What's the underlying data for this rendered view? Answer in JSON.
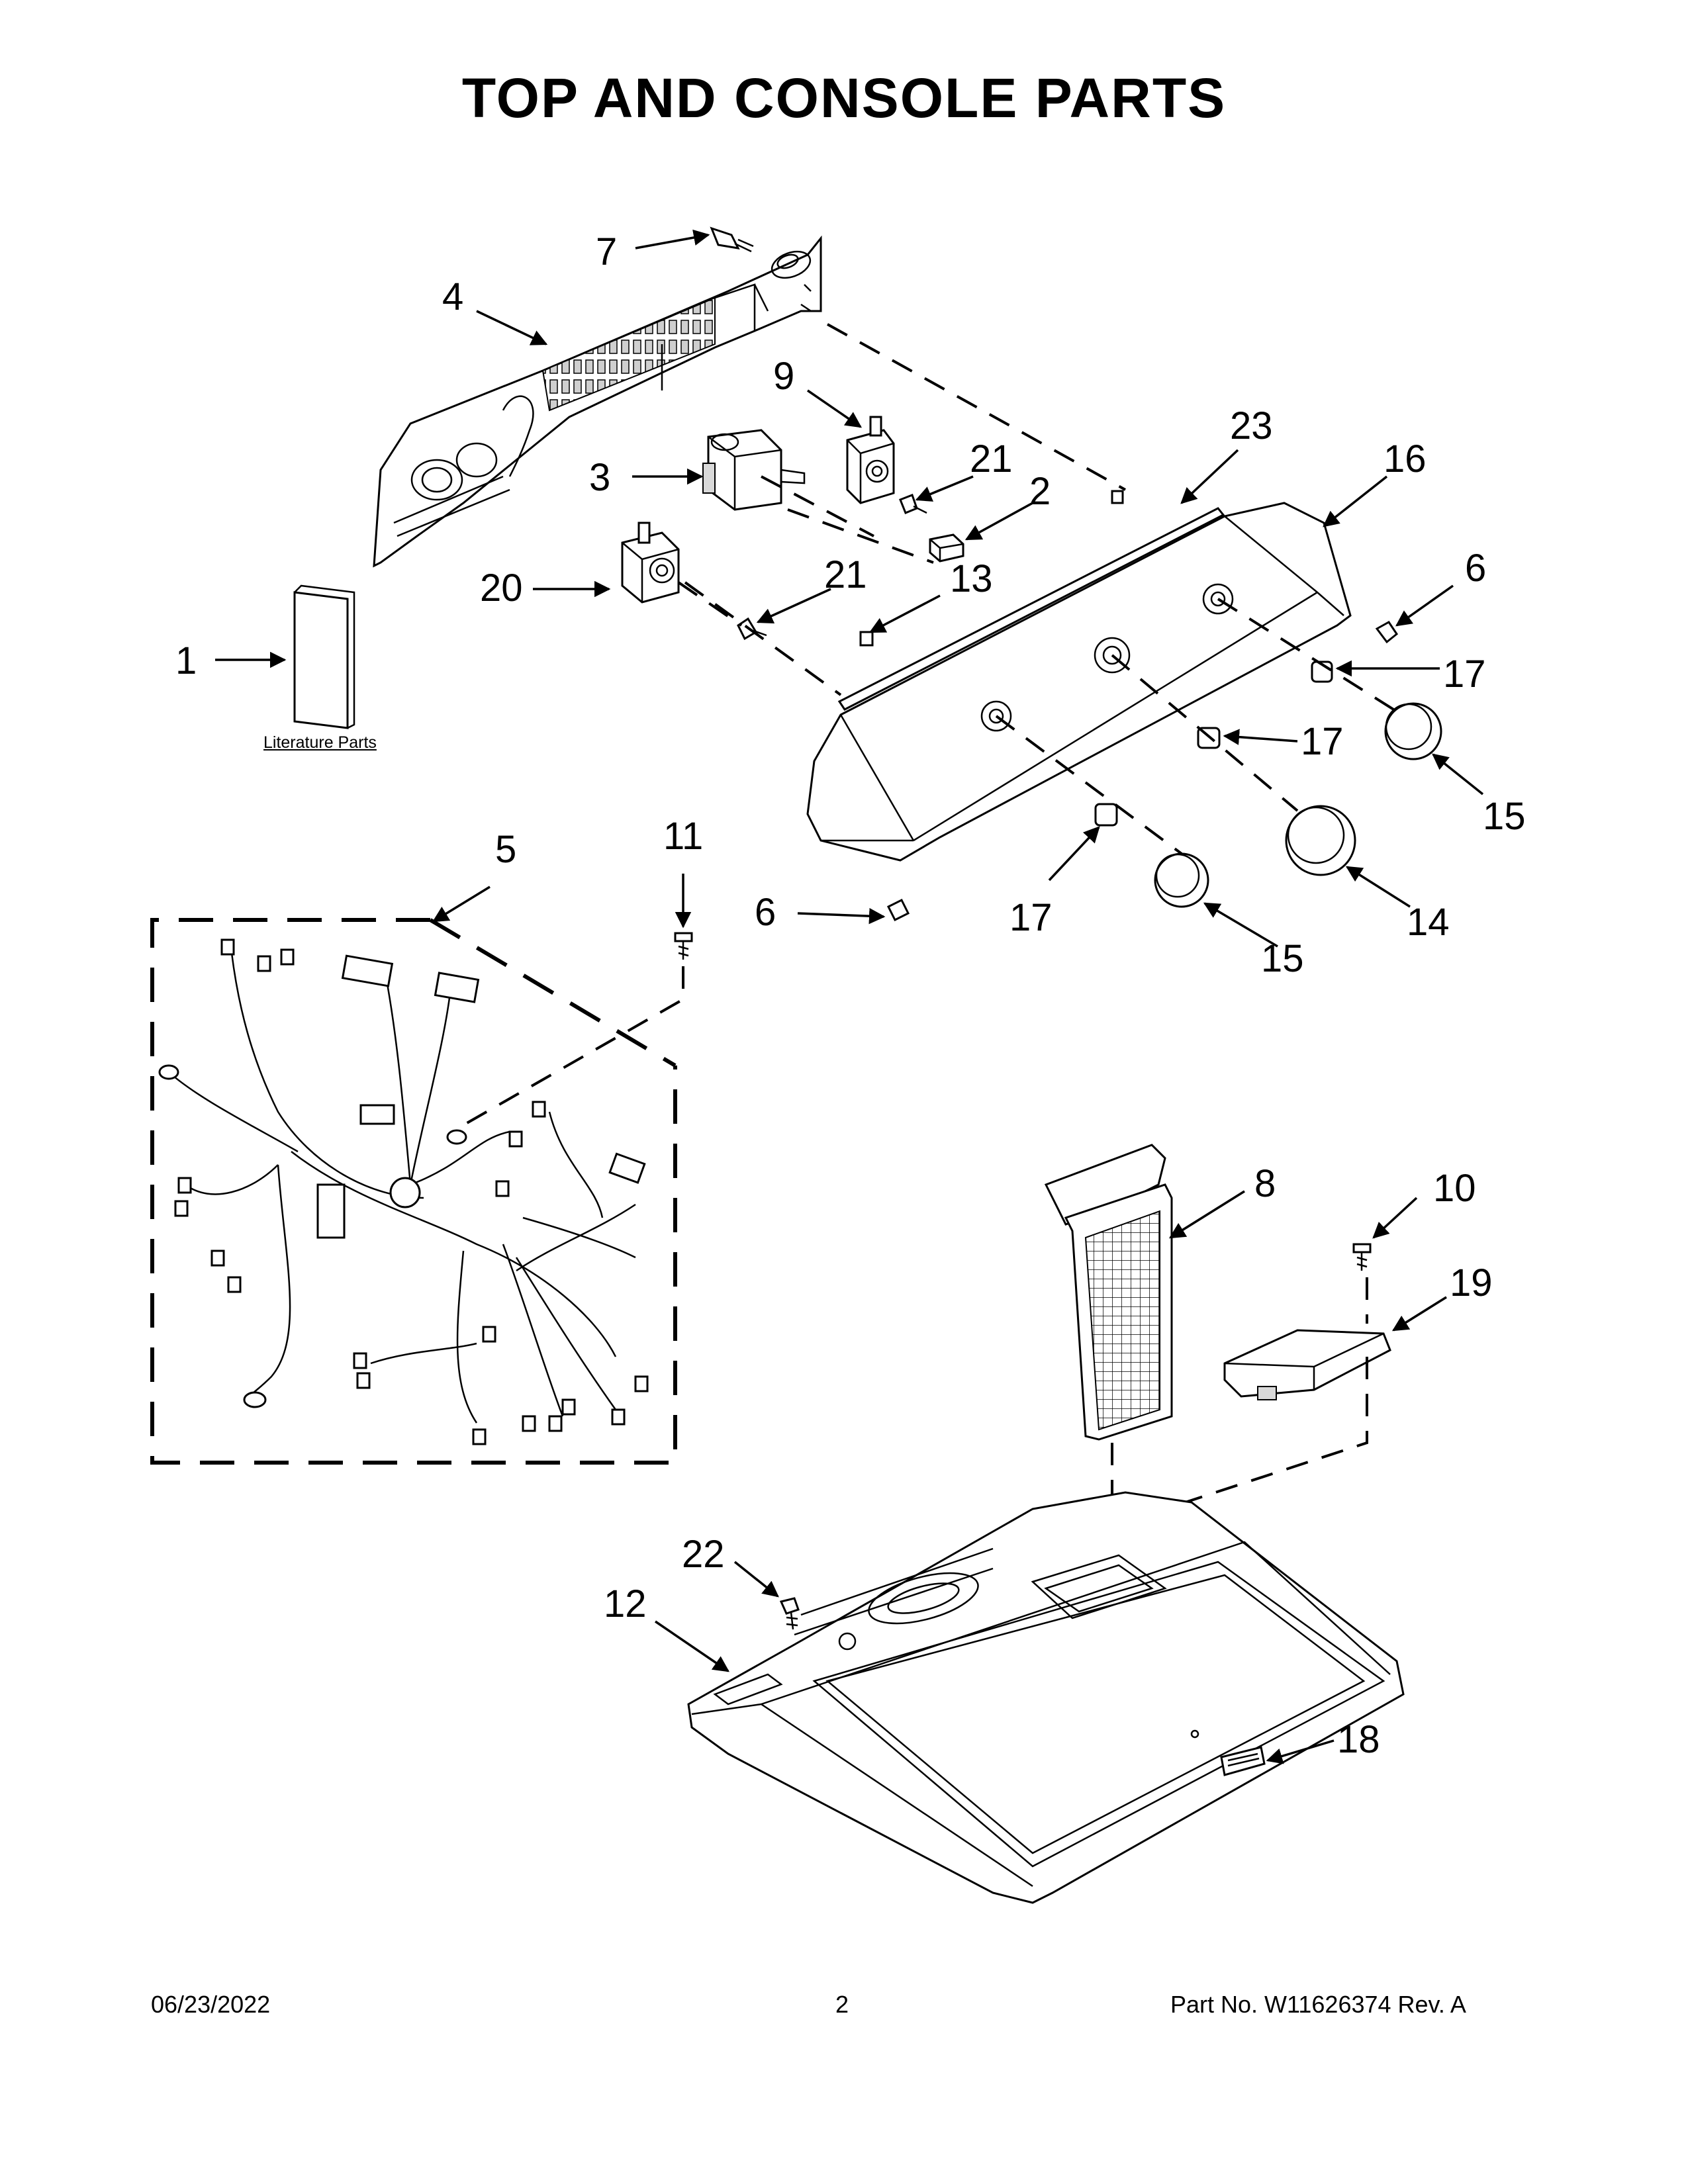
{
  "title": "TOP AND CONSOLE PARTS",
  "callouts": [
    {
      "id": "c7",
      "label": "7"
    },
    {
      "id": "c4",
      "label": "4"
    },
    {
      "id": "c9",
      "label": "9"
    },
    {
      "id": "c3",
      "label": "3"
    },
    {
      "id": "c21a",
      "label": "21"
    },
    {
      "id": "c2",
      "label": "2"
    },
    {
      "id": "c23",
      "label": "23"
    },
    {
      "id": "c16",
      "label": "16"
    },
    {
      "id": "c20",
      "label": "20"
    },
    {
      "id": "c21b",
      "label": "21"
    },
    {
      "id": "c13",
      "label": "13"
    },
    {
      "id": "c6a",
      "label": "6"
    },
    {
      "id": "c1",
      "label": "1"
    },
    {
      "id": "c17a",
      "label": "17"
    },
    {
      "id": "c17b",
      "label": "17"
    },
    {
      "id": "c15a",
      "label": "15"
    },
    {
      "id": "c5",
      "label": "5"
    },
    {
      "id": "c11",
      "label": "11"
    },
    {
      "id": "c6b",
      "label": "6"
    },
    {
      "id": "c17c",
      "label": "17"
    },
    {
      "id": "c14",
      "label": "14"
    },
    {
      "id": "c15b",
      "label": "15"
    },
    {
      "id": "c8",
      "label": "8"
    },
    {
      "id": "c10",
      "label": "10"
    },
    {
      "id": "c19",
      "label": "19"
    },
    {
      "id": "c22",
      "label": "22"
    },
    {
      "id": "c12",
      "label": "12"
    },
    {
      "id": "c18",
      "label": "18"
    }
  ],
  "literature_label": "Literature Parts",
  "footer": {
    "date": "06/23/2022",
    "page": "2",
    "part_no": "Part No.  W11626374  Rev.  A"
  }
}
